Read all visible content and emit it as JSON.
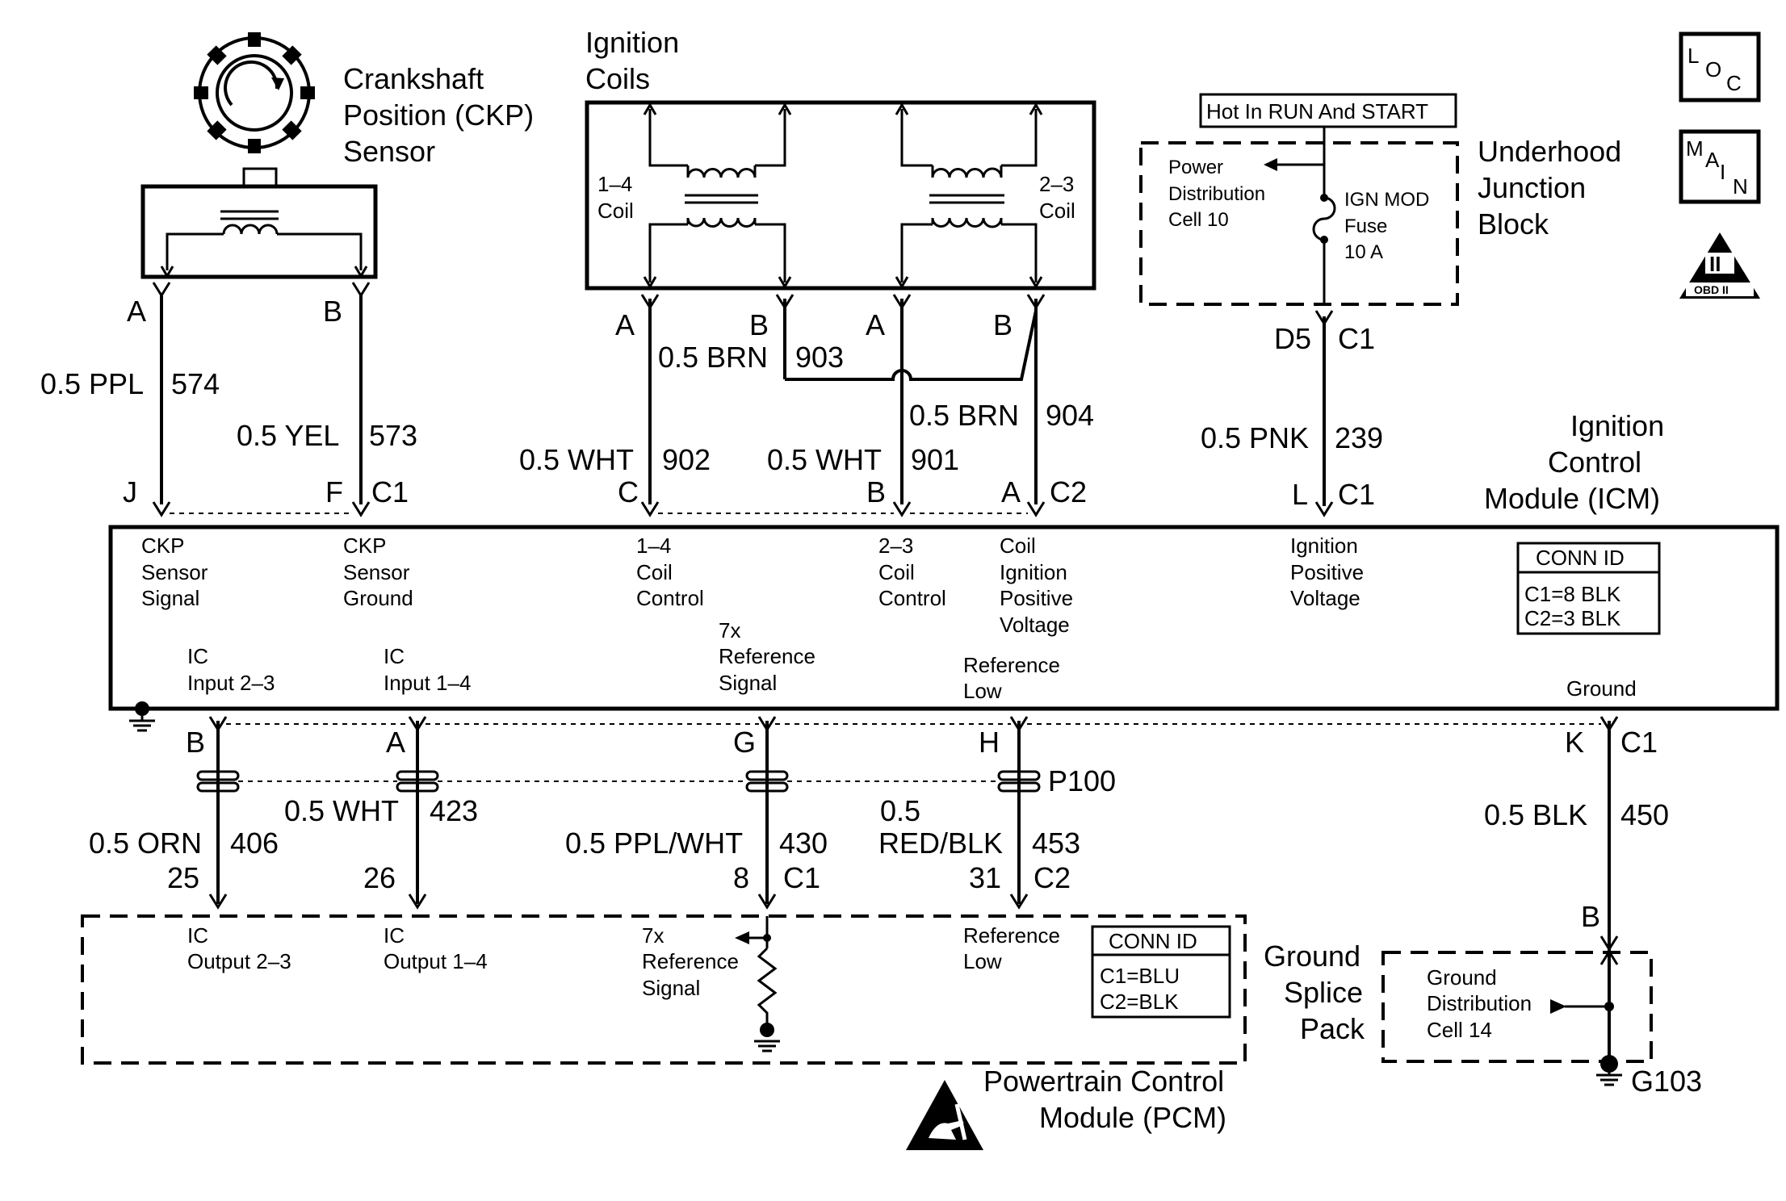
{
  "ckp": {
    "title": [
      "Crankshaft",
      "Position (CKP)",
      "Sensor"
    ]
  },
  "coils": {
    "title": [
      "Ignition",
      "Coils"
    ],
    "coil14": [
      "1–4",
      "Coil"
    ],
    "coil23": [
      "2–3",
      "Coil"
    ]
  },
  "ujb": {
    "title": [
      "Underhood",
      "Junction",
      "Block"
    ],
    "hot": "Hot In RUN And START",
    "pdc": [
      "Power",
      "Distribution",
      "Cell 10"
    ],
    "fuse": [
      "IGN MOD",
      "Fuse",
      "10 A"
    ]
  },
  "icons": {
    "loc": "loc-icon",
    "main": "main-icon",
    "obd": "obd-ii-icon",
    "esd": "esd-warning-icon"
  },
  "icon_text": {
    "loc": [
      "L",
      "O",
      "C"
    ],
    "main": [
      "M",
      "A",
      "I",
      "N"
    ],
    "obd_num": "II",
    "obd": "OBD II"
  },
  "pins_top": {
    "ckp_a": "A",
    "ckp_b": "B",
    "coil_a1": "A",
    "coil_b1": "B",
    "coil_a2": "A",
    "coil_b2": "B",
    "d5": "D5",
    "d5_conn": "C1"
  },
  "wires_top": {
    "w574_size": "0.5 PPL",
    "w574_num": "574",
    "w573_size": "0.5 YEL",
    "w573_num": "573",
    "w903_size": "0.5 BRN",
    "w903_num": "903",
    "w904_size": "0.5 BRN",
    "w904_num": "904",
    "w902_size": "0.5 WHT",
    "w902_num": "902",
    "w901_size": "0.5 WHT",
    "w901_num": "901",
    "w239_size": "0.5 PNK",
    "w239_num": "239"
  },
  "icm_pins": {
    "j": "J",
    "f": "F",
    "c1a": "C1",
    "c": "C",
    "b": "B",
    "a": "A",
    "c2": "C2",
    "l": "L",
    "c1b": "C1"
  },
  "icm": {
    "title": [
      "Ignition",
      "Control",
      "Module (ICM)"
    ],
    "ckp_signal": [
      "CKP",
      "Sensor",
      "Signal"
    ],
    "ckp_ground": [
      "CKP",
      "Sensor",
      "Ground"
    ],
    "coil14_ctrl": [
      "1–4",
      "Coil",
      "Control"
    ],
    "coil23_ctrl": [
      "2–3",
      "Coil",
      "Control"
    ],
    "coil_ign_pos": [
      "Coil",
      "Ignition",
      "Positive",
      "Voltage"
    ],
    "ign_pos": [
      "Ignition",
      "Positive",
      "Voltage"
    ],
    "ic_in_23": [
      "IC",
      "Input 2–3"
    ],
    "ic_in_14": [
      "IC",
      "Input 1–4"
    ],
    "ref_sig": [
      "7x",
      "Reference",
      "Signal"
    ],
    "ref_low": [
      "Reference",
      "Low"
    ],
    "ground": "Ground",
    "conn_title": "CONN ID",
    "conn_c1": "C1=8 BLK",
    "conn_c2": "C2=3 BLK"
  },
  "pins_bottom": {
    "b": "B",
    "a": "A",
    "g": "G",
    "h": "H",
    "k": "K",
    "k_conn": "C1",
    "p100": "P100"
  },
  "wires_bottom": {
    "w406_size": "0.5 ORN",
    "w406_num": "406",
    "w423_size": "0.5 WHT",
    "w423_num": "423",
    "w430_size": "0.5 PPL/WHT",
    "w430_num": "430",
    "w453_size": [
      "0.5",
      "RED/BLK"
    ],
    "w453_num": "453",
    "w450_size": "0.5 BLK",
    "w450_num": "450"
  },
  "pcm_pins": {
    "p25": "25",
    "p26": "26",
    "p8": "8",
    "c1": "C1",
    "p31": "31",
    "c2": "C2"
  },
  "pcm": {
    "title": [
      "Powertrain Control",
      "Module (PCM)"
    ],
    "ic_out_23": [
      "IC",
      "Output 2–3"
    ],
    "ic_out_14": [
      "IC",
      "Output 1–4"
    ],
    "ref_sig": [
      "7x",
      "Reference",
      "Signal"
    ],
    "ref_low": [
      "Reference",
      "Low"
    ],
    "conn_title": "CONN ID",
    "conn_c1": "C1=BLU",
    "conn_c2": "C2=BLK"
  },
  "gsp": {
    "title": [
      "Ground",
      "Splice",
      "Pack"
    ],
    "pin_b": "B",
    "cell": [
      "Ground",
      "Distribution",
      "Cell 14"
    ],
    "g103": "G103"
  }
}
